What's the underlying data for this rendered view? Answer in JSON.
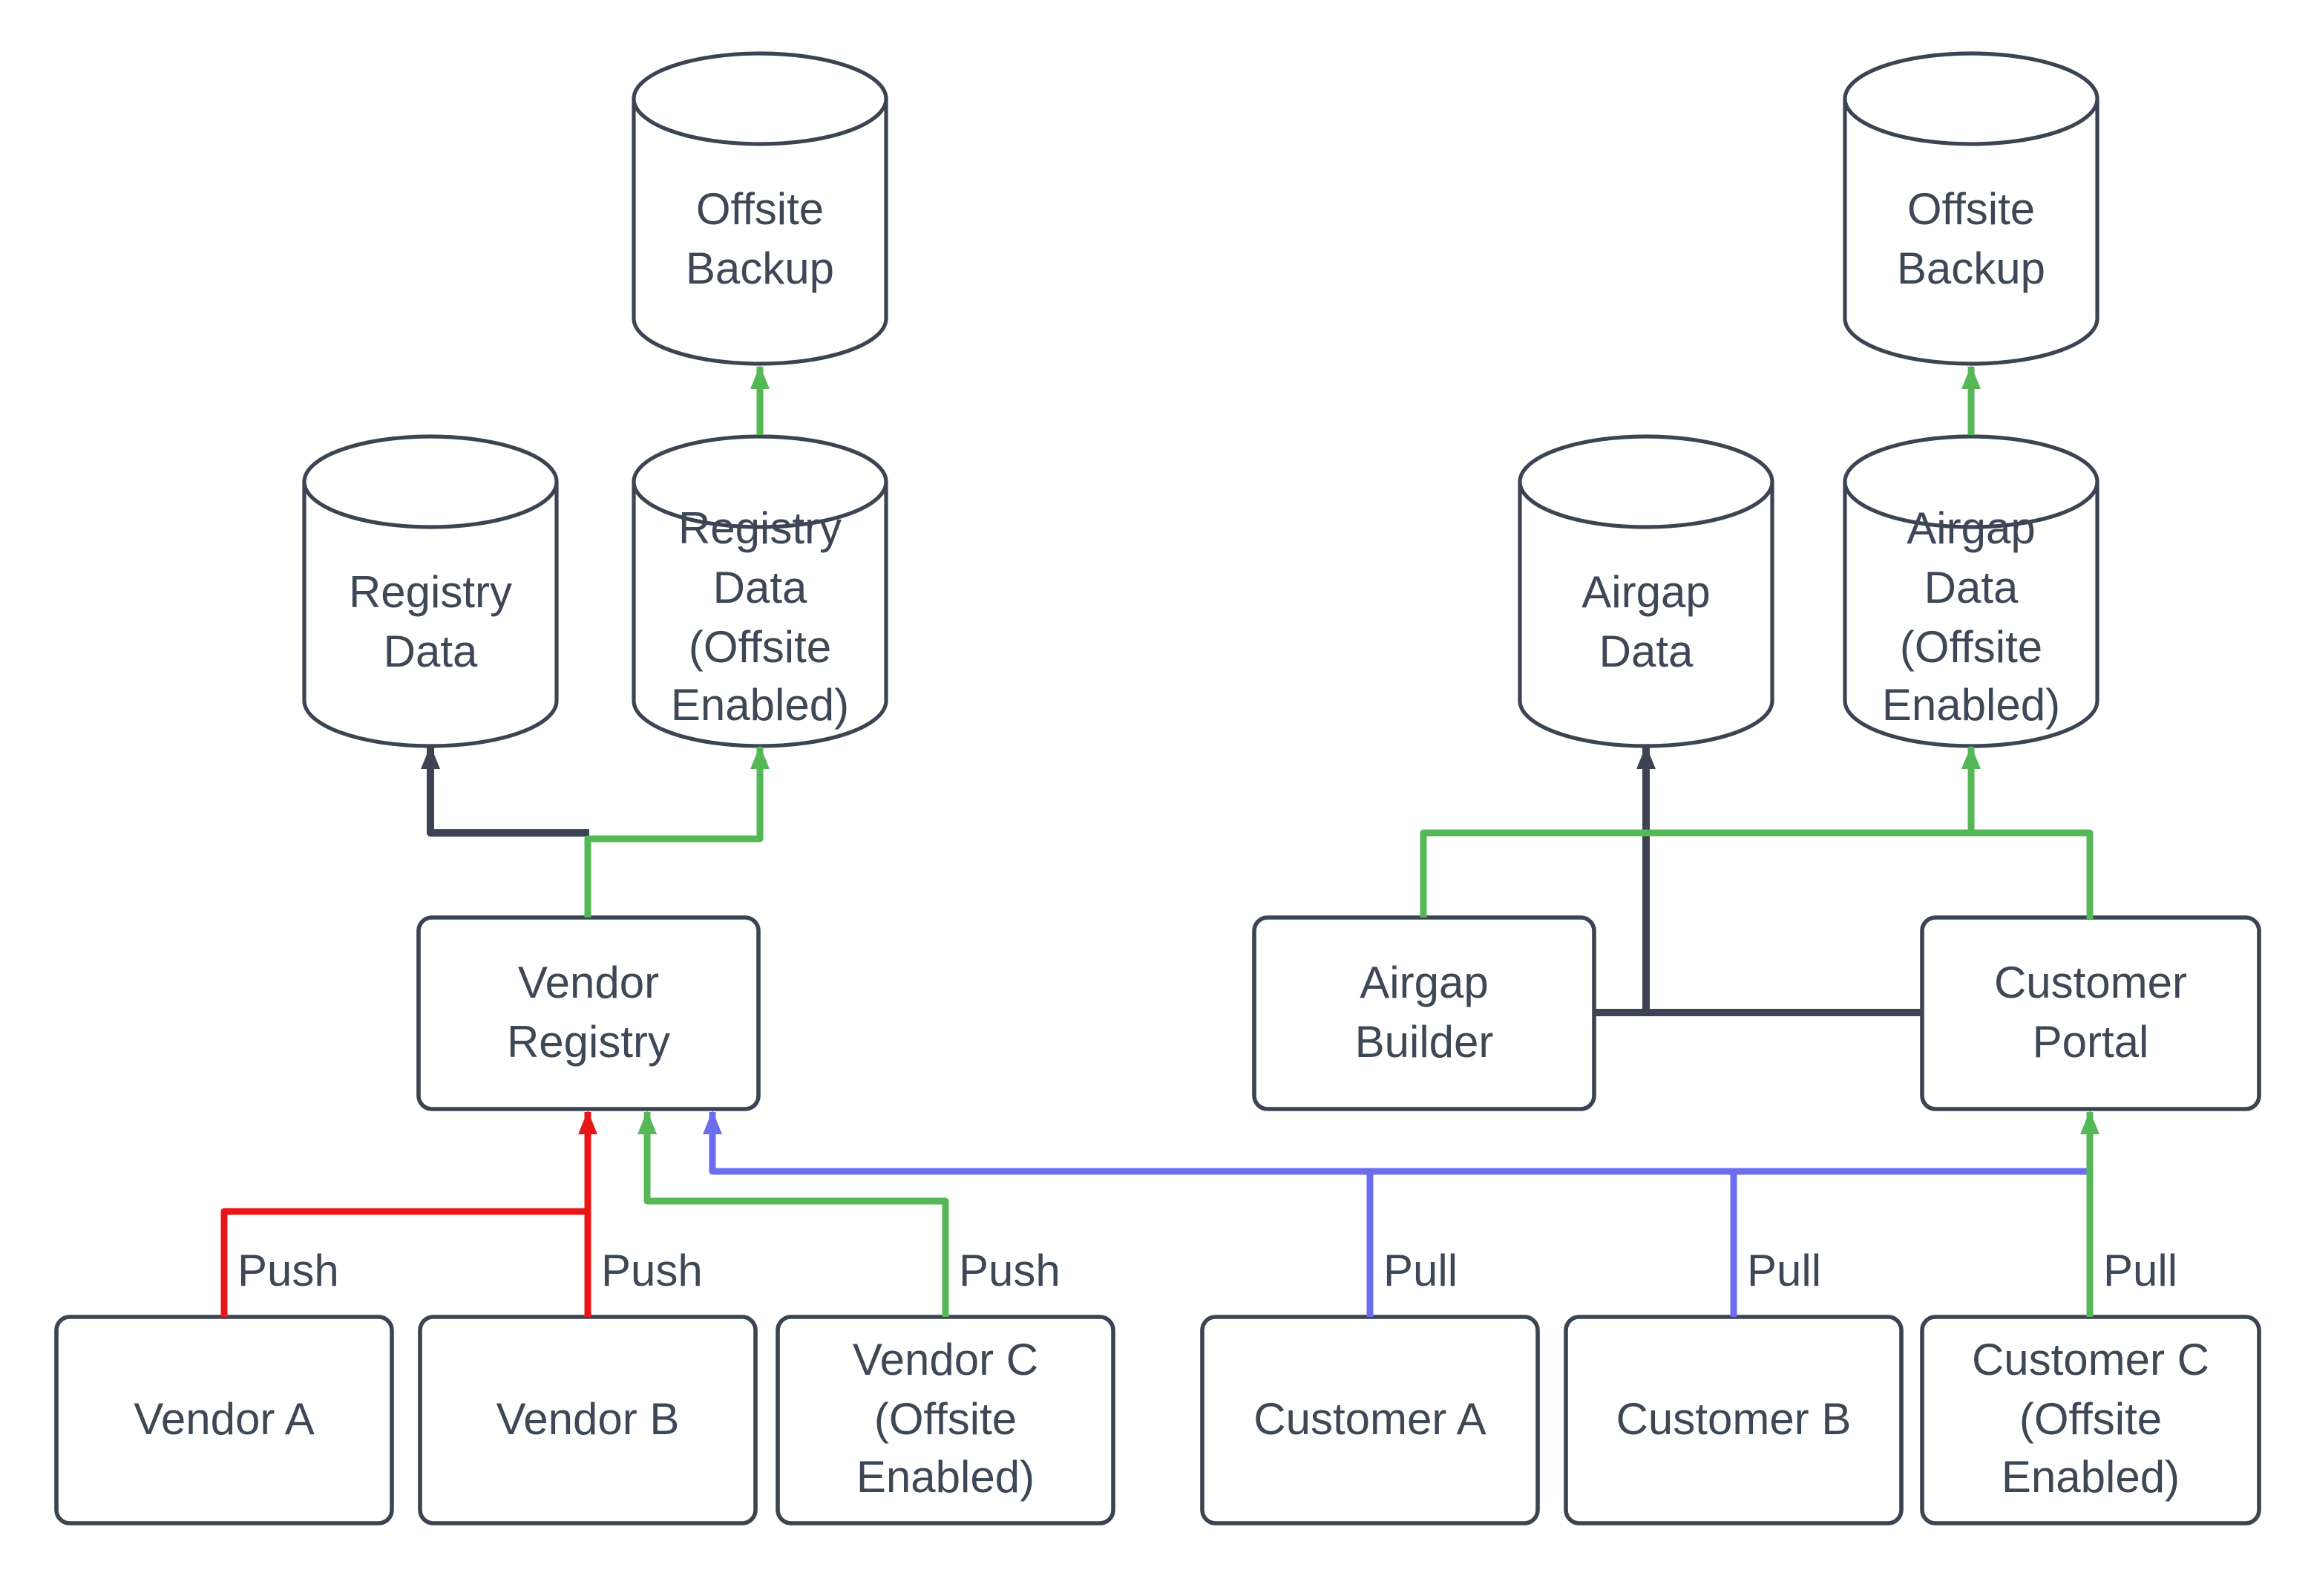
{
  "diagram": {
    "type": "flowchart",
    "background": "#ffffff",
    "colors": {
      "node_border": "#3b4452",
      "text": "#3d4755",
      "push_edge": "#e81616",
      "pull_edge": "#6c6cf0",
      "offsite_edge": "#55b857",
      "dark_edge": "#3b4452"
    },
    "nodes": {
      "offsite_backup_left": {
        "label": "Offsite\nBackup",
        "shape": "cylinder"
      },
      "registry_data": {
        "label": "Registry\nData",
        "shape": "cylinder"
      },
      "registry_data_offsite": {
        "label": "Registry\nData\n(Offsite\nEnabled)",
        "shape": "cylinder"
      },
      "vendor_registry": {
        "label": "Vendor\nRegistry",
        "shape": "rect"
      },
      "vendor_a": {
        "label": "Vendor A",
        "shape": "rect"
      },
      "vendor_b": {
        "label": "Vendor B",
        "shape": "rect"
      },
      "vendor_c": {
        "label": "Vendor C\n(Offsite\nEnabled)",
        "shape": "rect"
      },
      "offsite_backup_right": {
        "label": "Offsite\nBackup",
        "shape": "cylinder"
      },
      "airgap_data": {
        "label": "Airgap\nData",
        "shape": "cylinder"
      },
      "airgap_data_offsite": {
        "label": "Airgap\nData\n(Offsite\nEnabled)",
        "shape": "cylinder"
      },
      "airgap_builder": {
        "label": "Airgap\nBuilder",
        "shape": "rect"
      },
      "customer_portal": {
        "label": "Customer\nPortal",
        "shape": "rect"
      },
      "customer_a": {
        "label": "Customer A",
        "shape": "rect"
      },
      "customer_b": {
        "label": "Customer B",
        "shape": "rect"
      },
      "customer_c": {
        "label": "Customer C\n(Offsite\nEnabled)",
        "shape": "rect"
      }
    },
    "edge_labels": {
      "vendor_a_push": "Push",
      "vendor_b_push": "Push",
      "vendor_c_push": "Push",
      "customer_a_pull": "Pull",
      "customer_b_pull": "Pull",
      "customer_c_pull": "Pull"
    }
  }
}
